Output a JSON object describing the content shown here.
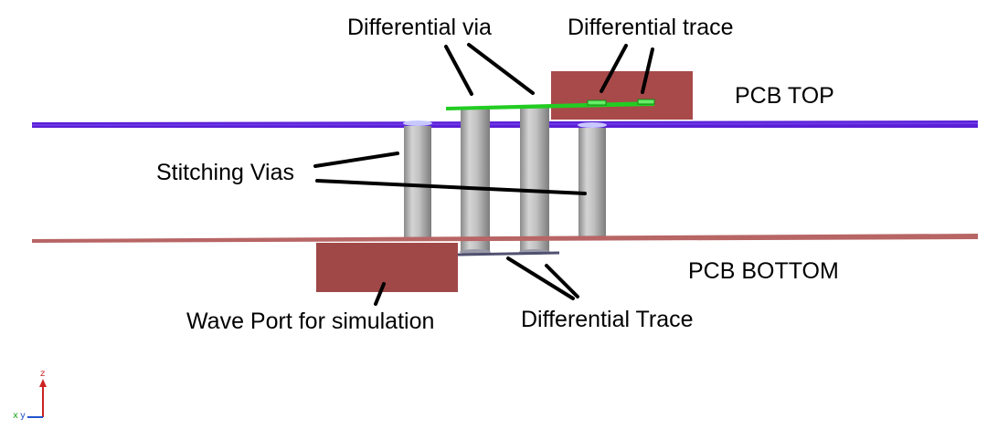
{
  "labels": {
    "differential_via": "Differential via",
    "differential_trace_top": "Differential trace",
    "pcb_top": "PCB TOP",
    "stitching_vias": "Stitching Vias",
    "pcb_bottom": "PCB BOTTOM",
    "wave_port": "Wave Port for simulation",
    "differential_trace_bottom": "Differential Trace"
  },
  "axis_triad": {
    "z": "z",
    "x": "x",
    "y": "y"
  },
  "colors": {
    "pcb_top_plane": "#5a1fd6",
    "pcb_bottom_plane": "#b86565",
    "wave_port": "#a04848",
    "via_body": "#b4b4b4",
    "trace_green": "#22cc22",
    "leader_line": "#000000",
    "axis_z": "#cc2222",
    "axis_x": "#22aa22",
    "axis_y": "#2255cc"
  }
}
